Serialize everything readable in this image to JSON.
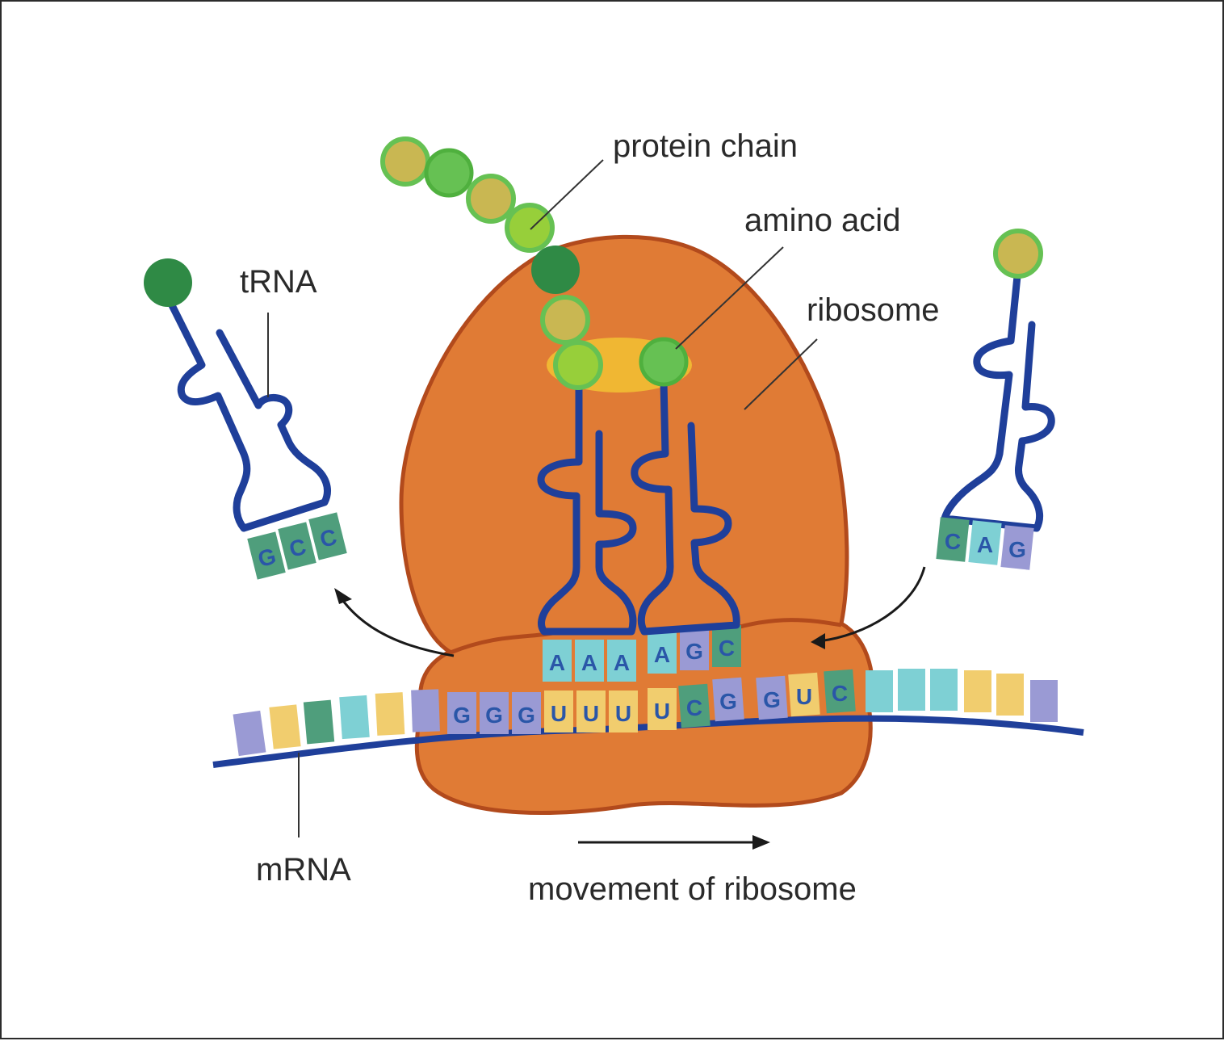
{
  "labels": {
    "protein_chain": "protein chain",
    "amino_acid": "amino acid",
    "trna": "tRNA",
    "ribosome": "ribosome",
    "mrna": "mRNA",
    "movement": "movement of ribosome"
  },
  "trna_left_anticodon": [
    "G",
    "C",
    "C"
  ],
  "trna_right_anticodon": [
    "C",
    "A",
    "G"
  ],
  "ribosome_anticodons": [
    "A",
    "A",
    "A",
    "A",
    "G",
    "C"
  ],
  "mrna_codons": [
    "G",
    "G",
    "G",
    "U",
    "U",
    "U",
    "U",
    "C",
    "G",
    "G",
    "U",
    "C"
  ],
  "colors": {
    "ribosome": "#e07b35",
    "ribosome_outline": "#b24a1c",
    "trna": "#1f3f9a",
    "base_A": "#7ed0d4",
    "base_G": "#9a9ad4",
    "base_C": "#4f9e7c",
    "base_U": "#f1cd6e",
    "amino_yellow": "#c9b752",
    "amino_green": "#66c153",
    "amino_lime": "#97cf3a",
    "amino_dark": "#2f8a45"
  }
}
